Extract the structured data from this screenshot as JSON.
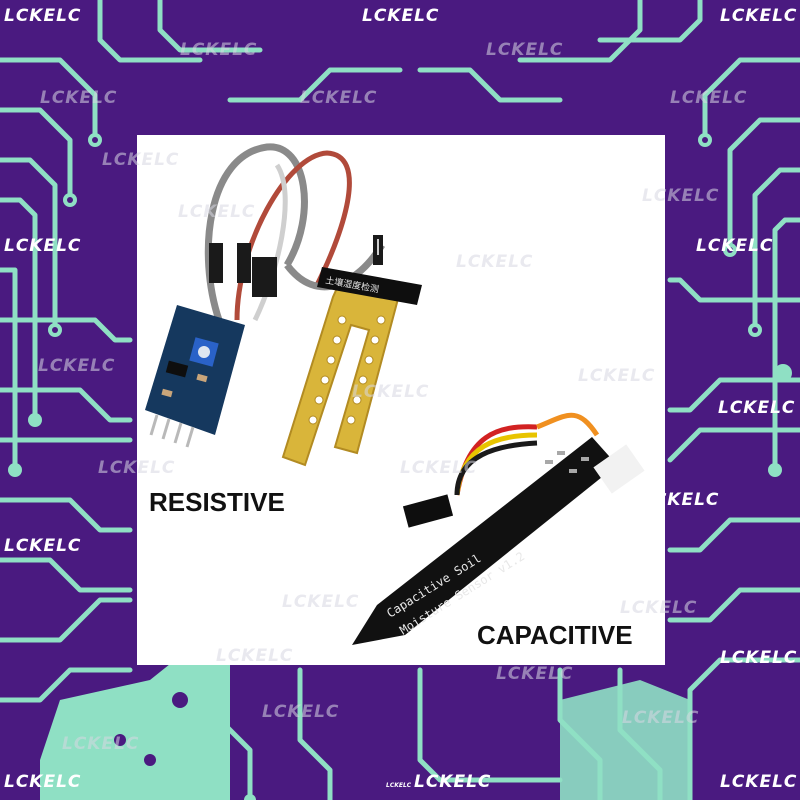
{
  "colors": {
    "background": "#4a1a80",
    "traces": "#8fe0c4",
    "panel": "#ffffff",
    "watermark": "#ffffff",
    "label": "#111111"
  },
  "watermark": "LCKELC",
  "labels": {
    "resistive": "RESISTIVE",
    "capacitive": "CAPACITIVE"
  },
  "pcb_text": {
    "capacitive_line1": "Capacitive Soil",
    "capacitive_line2": "Moisture Sensor v1.2",
    "resistive_probe": "土壤湿度检测"
  }
}
